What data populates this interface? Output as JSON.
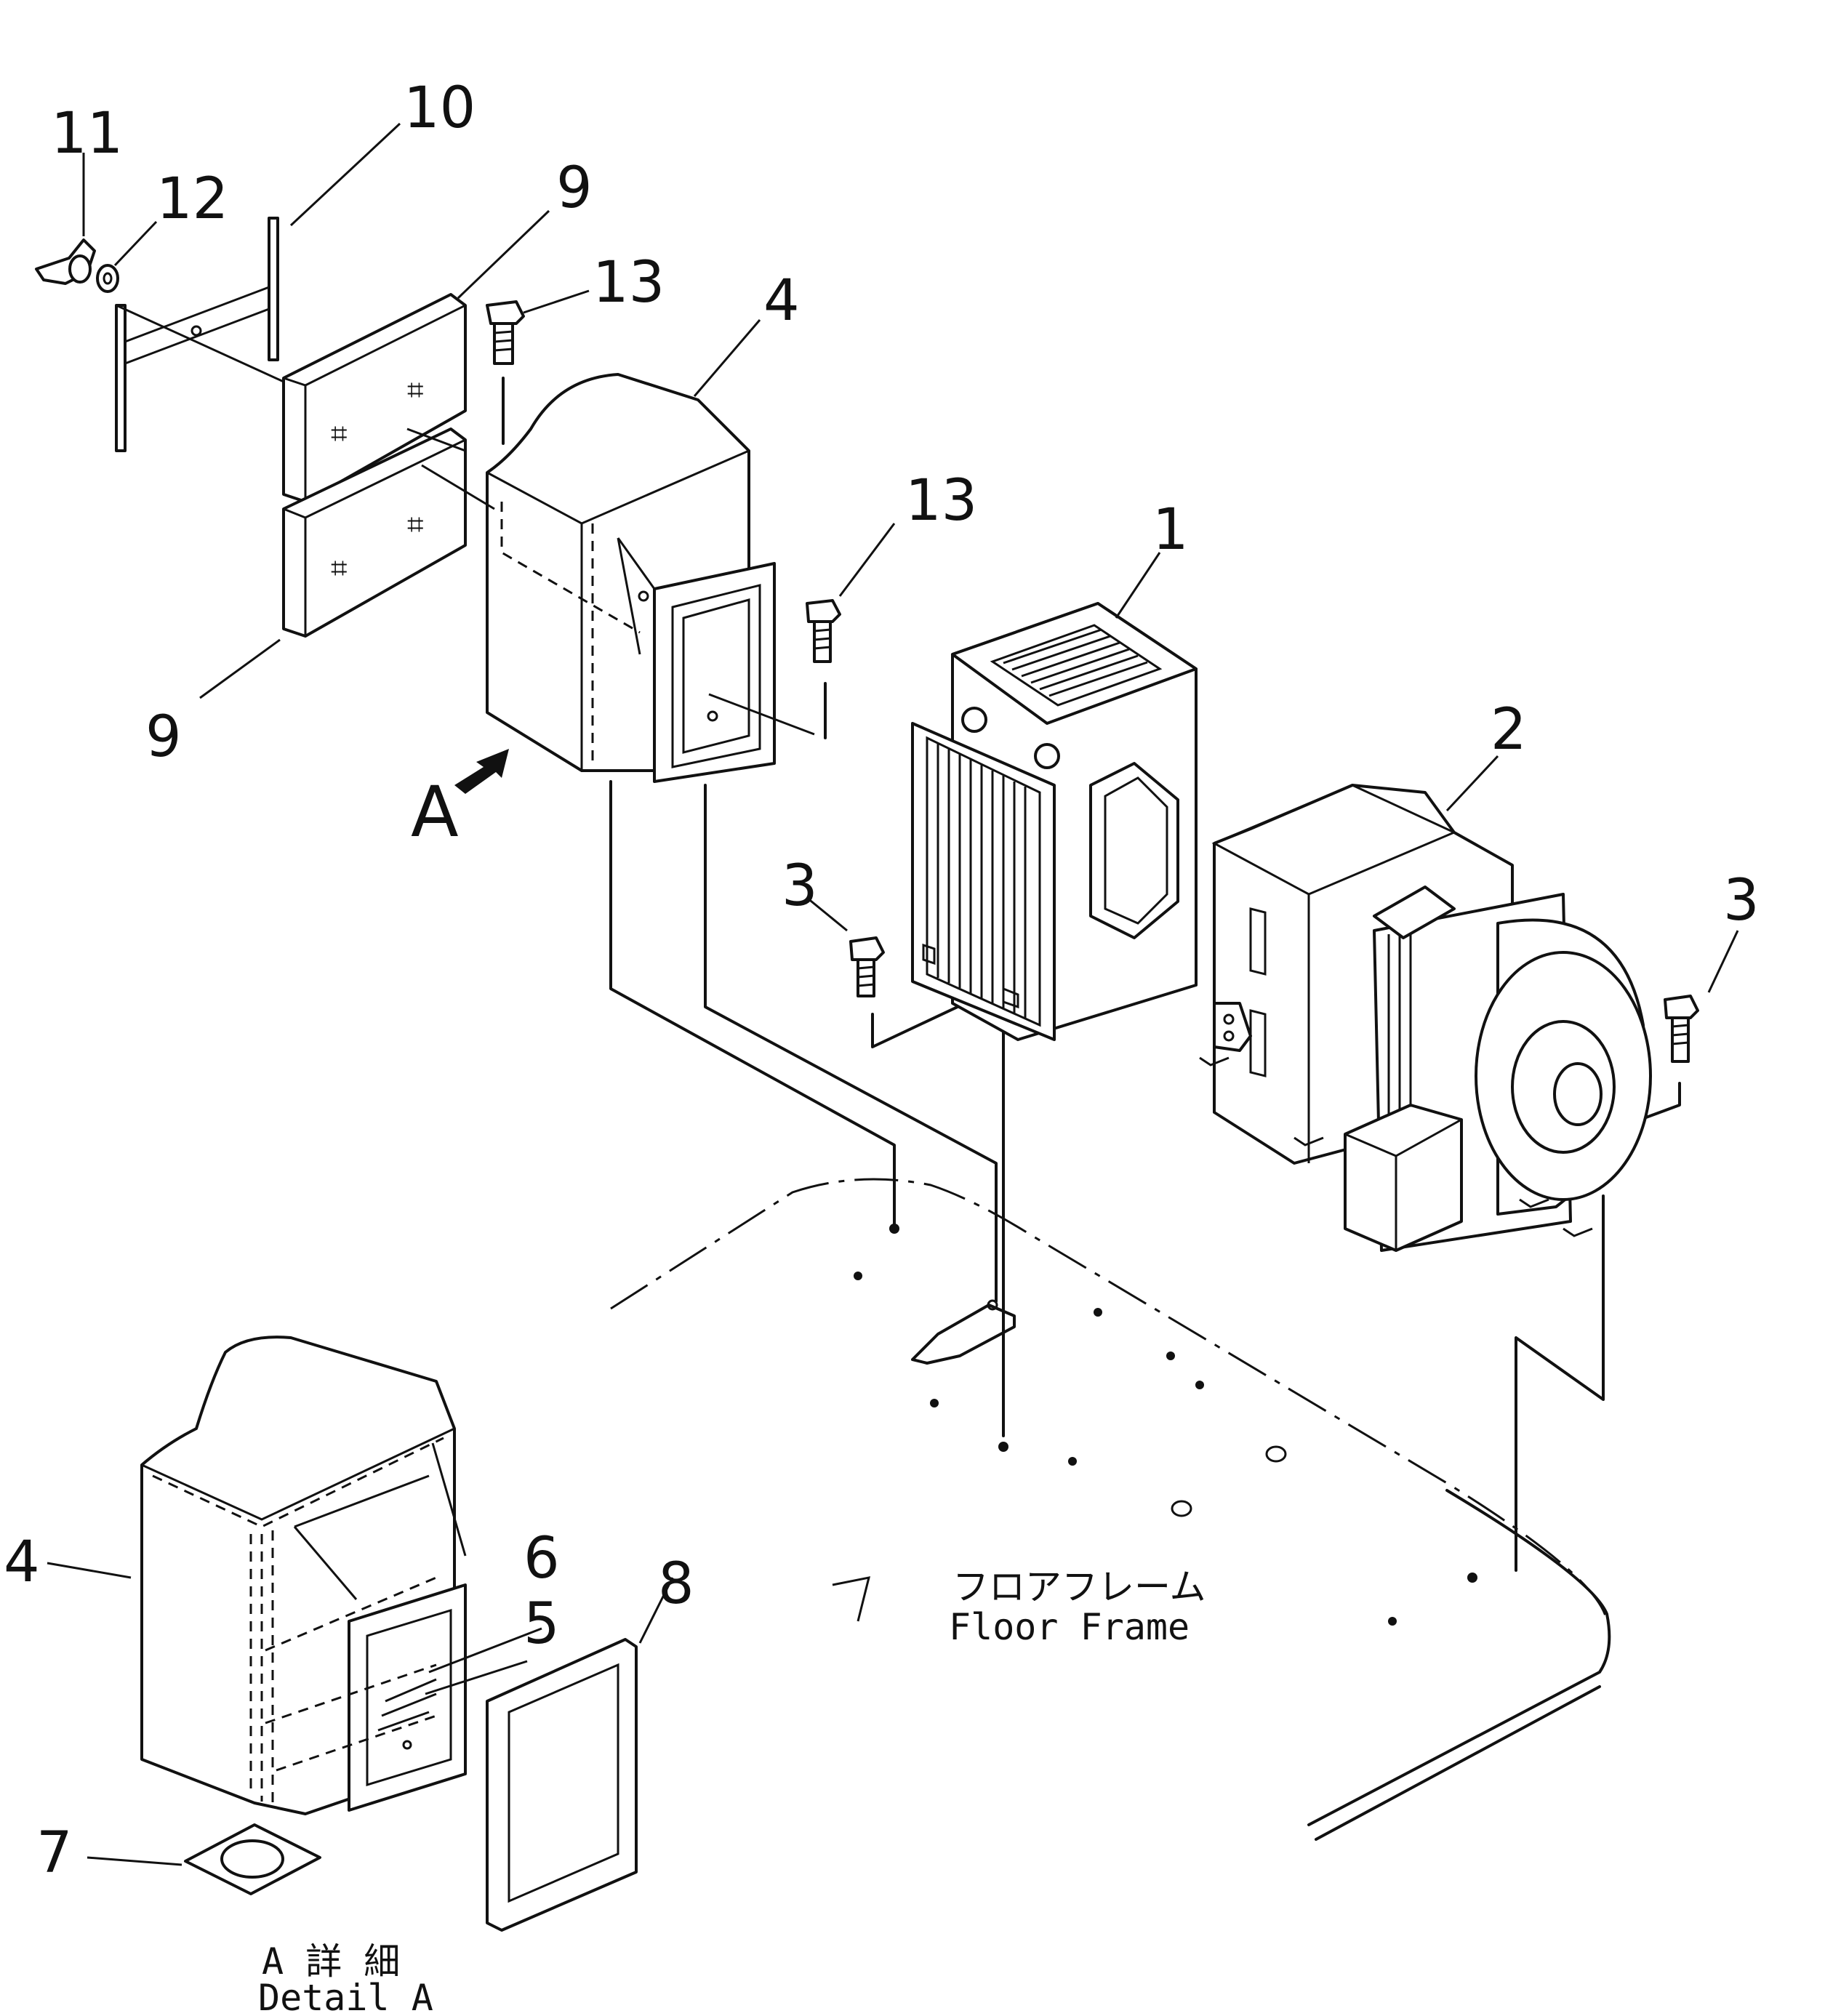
{
  "part_labels": {
    "p1": "1",
    "p2": "2",
    "p3a": "3",
    "p3b": "3",
    "p4a": "4",
    "p4b": "4",
    "p5": "5",
    "p6": "6",
    "p7": "7",
    "p8": "8",
    "p9a": "9",
    "p9b": "9",
    "p10": "10",
    "p11": "11",
    "p12": "12",
    "p13a": "13",
    "p13b": "13"
  },
  "view_marker": "A",
  "floor_frame": {
    "jp": "フロアフレーム",
    "en": "Floor Frame"
  },
  "detail_caption": {
    "jp": "A 詳 細",
    "en": "Detail A"
  },
  "icons": [
    "wing-nut-icon",
    "washer-icon",
    "bolt-icon",
    "arrow-icon"
  ]
}
